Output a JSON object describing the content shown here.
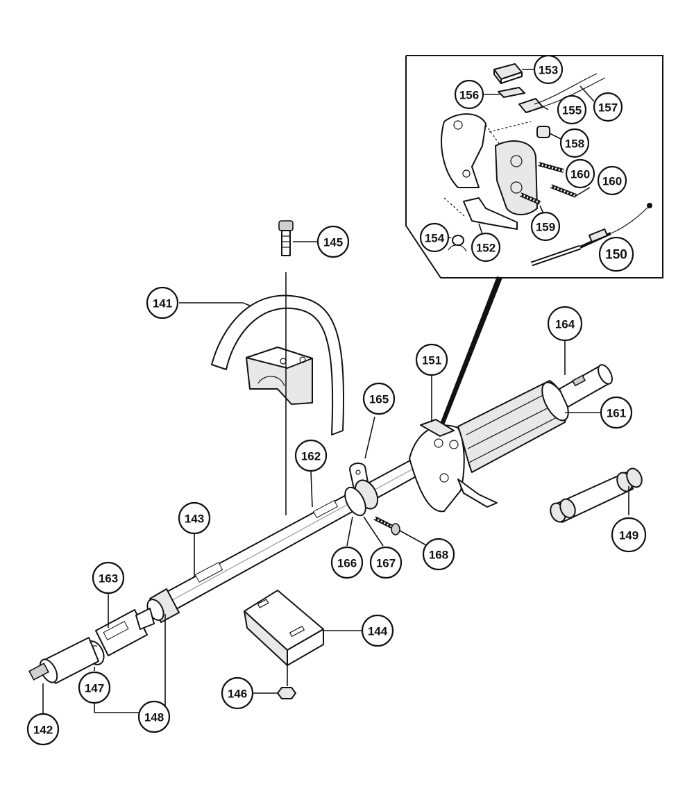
{
  "diagram": {
    "callouts": [
      {
        "id": "141",
        "label": "141"
      },
      {
        "id": "142",
        "label": "142"
      },
      {
        "id": "143",
        "label": "143"
      },
      {
        "id": "144",
        "label": "144"
      },
      {
        "id": "145",
        "label": "145"
      },
      {
        "id": "146",
        "label": "146"
      },
      {
        "id": "147",
        "label": "147"
      },
      {
        "id": "148",
        "label": "148"
      },
      {
        "id": "149",
        "label": "149"
      },
      {
        "id": "150",
        "label": "150"
      },
      {
        "id": "151",
        "label": "151"
      },
      {
        "id": "152",
        "label": "152"
      },
      {
        "id": "153",
        "label": "153"
      },
      {
        "id": "154",
        "label": "154"
      },
      {
        "id": "155",
        "label": "155"
      },
      {
        "id": "156",
        "label": "156"
      },
      {
        "id": "157",
        "label": "157"
      },
      {
        "id": "158",
        "label": "158"
      },
      {
        "id": "159",
        "label": "159"
      },
      {
        "id": "160a",
        "label": "160"
      },
      {
        "id": "160b",
        "label": "160"
      },
      {
        "id": "161",
        "label": "161"
      },
      {
        "id": "162",
        "label": "162"
      },
      {
        "id": "163",
        "label": "163"
      },
      {
        "id": "164",
        "label": "164"
      },
      {
        "id": "165",
        "label": "165"
      },
      {
        "id": "166",
        "label": "166"
      },
      {
        "id": "167",
        "label": "167"
      },
      {
        "id": "168",
        "label": "168"
      }
    ]
  }
}
